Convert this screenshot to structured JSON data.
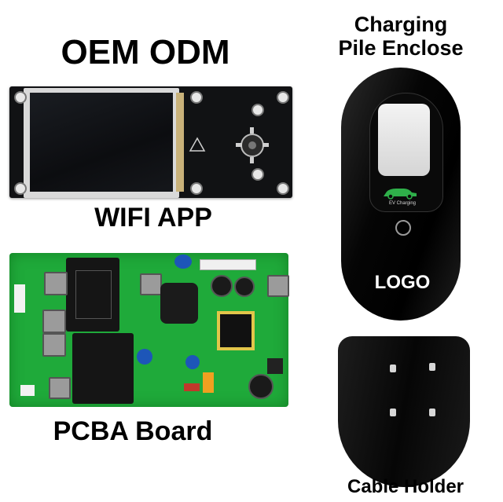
{
  "texts": {
    "oem_title": "OEM ODM",
    "wifi_caption": "WIFI APP",
    "pcba_caption": "PCBA Board",
    "pile_title_line1": "Charging",
    "pile_title_line2": "Pile Enclose",
    "logo_label": "LOGO",
    "ev_label": "EV Charging",
    "holder_caption": "Cable Holder"
  },
  "colors": {
    "pcb_green": "#1faa3a",
    "enclosure_black": "#050505",
    "ev_logo_green": "#2fb04a"
  }
}
